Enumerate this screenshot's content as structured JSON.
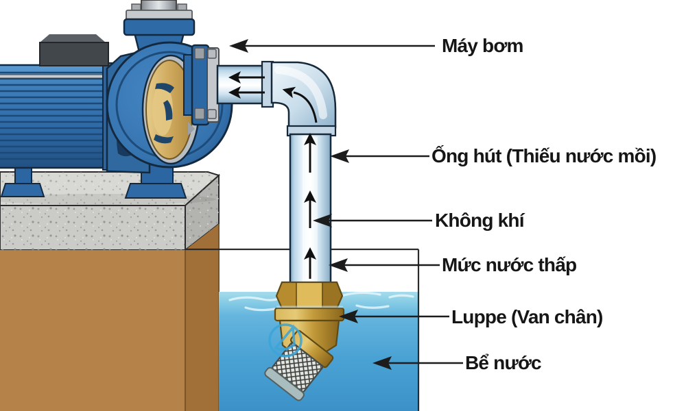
{
  "diagram": {
    "labels": [
      {
        "id": "may-bom",
        "text": "Máy bơm"
      },
      {
        "id": "ong-hut",
        "text": "Ống hút (Thiếu nước mồi)"
      },
      {
        "id": "khong-khi",
        "text": "Không khí"
      },
      {
        "id": "muc-nuoc-thap",
        "text": "Mức nước thấp"
      },
      {
        "id": "luppe-van-chan",
        "text": "Luppe (Van chân)"
      },
      {
        "id": "be-nuoc",
        "text": "Bể nước"
      }
    ],
    "colors": {
      "pump_blue": "#2f6aa6",
      "pump_blue_dark": "#1c4a78",
      "impeller_bronze": "#cfa95e",
      "pipe_fill": "#e8f3fa",
      "brass_valve": "#c49c3c",
      "water_blue": "#4aa2d4",
      "concrete_gray": "#cbccc8",
      "ground_brown": "#b5834a",
      "line_black": "#1c1c1c",
      "logo_blue": "#3aa5d8"
    }
  }
}
